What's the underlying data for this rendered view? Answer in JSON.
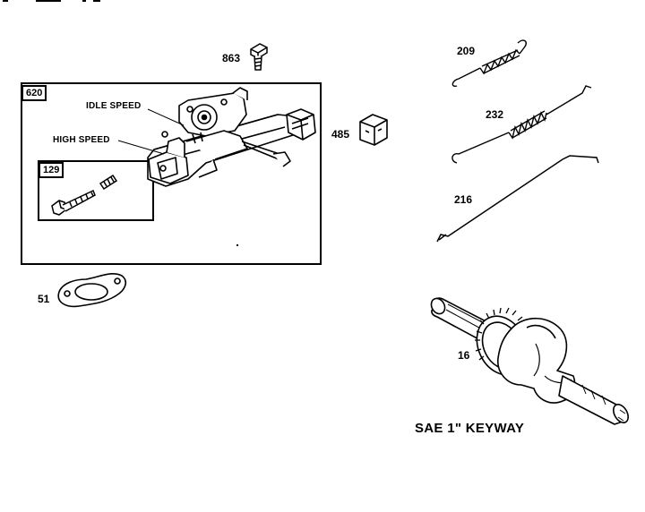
{
  "header_fragment": "= ··· ·",
  "parts": {
    "screw_863": "863",
    "control_assembly_620": "620",
    "idle_speed": "IDLE SPEED",
    "high_speed": "HIGH SPEED",
    "screw_kit_129": "129",
    "block_485": "485",
    "gasket_51": "51",
    "spring_209": "209",
    "spring_232": "232",
    "link_216": "216",
    "crankshaft_16": "16"
  },
  "caption": "SAE 1\" KEYWAY"
}
